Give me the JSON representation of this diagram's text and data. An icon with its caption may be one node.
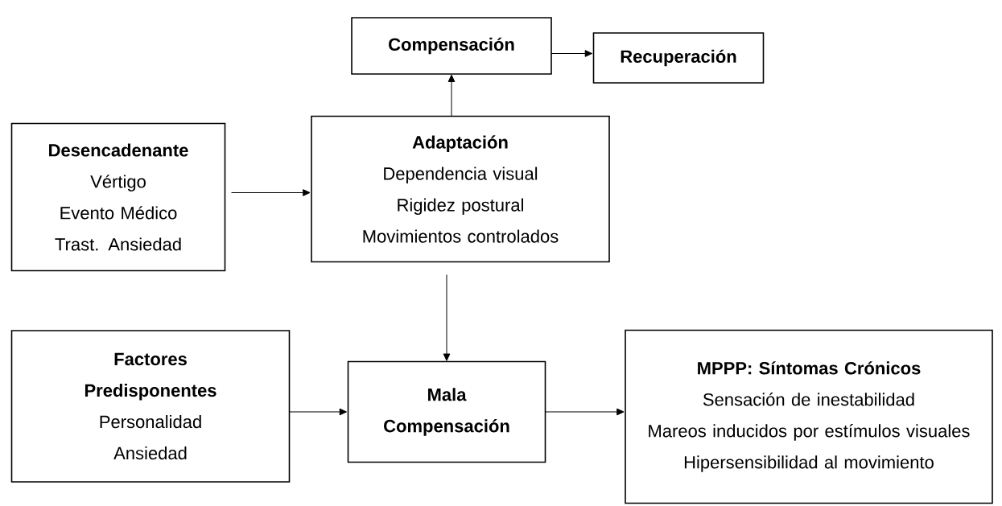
{
  "diagram": {
    "nodes": [
      {
        "text": [
          "Compensación"
        ]
      },
      {
        "text": [
          "Recuperación"
        ]
      },
      {
        "text": [
          "Desencadenante",
          "Vértigo",
          "Evento Médico",
          "Trast. Ansiedad"
        ]
      },
      {
        "text": [
          "Adaptación",
          "Dependencia visual",
          "Rigidez postural",
          "Movimientos controlados"
        ]
      },
      {
        "text": [
          "Factores Predisponentes",
          "Personalidad",
          "Ansiedad"
        ]
      },
      {
        "text": [
          "Mala Compensación"
        ]
      },
      {
        "text": [
          "MPPP: Síntomas Crónicos",
          "Sensación de inestabilidad",
          "Mareos inducidos por estímulos visuales",
          "Hipersensibilidad al movimiento"
        ]
      }
    ],
    "edges": [
      {
        "from": 0,
        "to": 1,
        "arrow": "to"
      },
      {
        "from": 3,
        "to": 0,
        "arrow": "to"
      },
      {
        "from": 2,
        "to": 3,
        "arrow": "to"
      },
      {
        "from": 3,
        "to": 5,
        "arrow": "to"
      },
      {
        "from": 4,
        "to": 5,
        "arrow": "to"
      },
      {
        "from": 5,
        "to": 6,
        "arrow": "to"
      }
    ]
  }
}
